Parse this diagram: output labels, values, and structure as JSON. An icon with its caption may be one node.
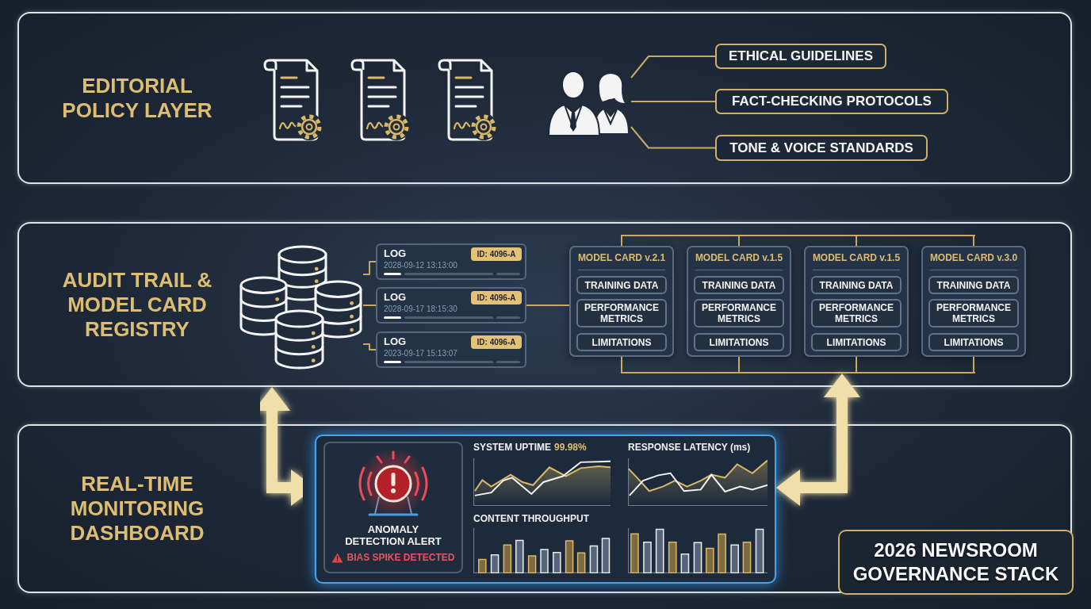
{
  "diagram": {
    "title": "2026 NEWSROOM GOVERNANCE STACK",
    "nodes": [
      {
        "text": [
          "EDITORIAL POLICY LAYER"
        ]
      },
      {
        "text": [],
        "shape": "person",
        "in": 0
      },
      {
        "text": [
          "ETHICAL GUIDELINES"
        ],
        "in": 0
      },
      {
        "text": [
          "FACT-CHECKING PROTOCOLS"
        ],
        "in": 0
      },
      {
        "text": [
          "TONE & VOICE STANDARDS"
        ],
        "in": 0
      },
      {
        "text": [
          "AUDIT TRAIL & MODEL CARD REGISTRY"
        ]
      },
      {
        "text": [],
        "shape": "cylinder",
        "in": 5
      },
      {
        "text": [
          "LOG",
          "2028-09-12 13:13:00"
        ],
        "in": 5
      },
      {
        "text": [
          "ID: 4096-A"
        ],
        "in": 7
      },
      {
        "text": [
          "LOG",
          "2028-09-17 18:15:30"
        ],
        "in": 5
      },
      {
        "text": [
          "ID: 4096-A"
        ],
        "in": 9
      },
      {
        "text": [
          "LOG",
          "2023-09-17 15:13:07"
        ],
        "in": 5
      },
      {
        "text": [
          "ID: 4096-A"
        ],
        "in": 11
      },
      {
        "text": [
          "MODEL CARD v.2.1"
        ],
        "in": 5
      },
      {
        "text": [
          "TRAINING DATA"
        ],
        "in": 13
      },
      {
        "text": [
          "PERFORMANCE METRICS"
        ],
        "in": 13
      },
      {
        "text": [
          "LIMITATIONS"
        ],
        "in": 13
      },
      {
        "text": [
          "MODEL CARD v.1.5"
        ],
        "in": 5
      },
      {
        "text": [
          "TRAINING DATA"
        ],
        "in": 17
      },
      {
        "text": [
          "PERFORMANCE METRICS"
        ],
        "in": 17
      },
      {
        "text": [
          "LIMITATIONS"
        ],
        "in": 17
      },
      {
        "text": [
          "MODEL CARD v.1.5"
        ],
        "in": 5
      },
      {
        "text": [
          "TRAINING DATA"
        ],
        "in": 21
      },
      {
        "text": [
          "PERFORMANCE METRICS"
        ],
        "in": 21
      },
      {
        "text": [
          "LIMITATIONS"
        ],
        "in": 21
      },
      {
        "text": [
          "MODEL CARD v.3.0"
        ],
        "in": 5
      },
      {
        "text": [
          "TRAINING DATA"
        ],
        "in": 25
      },
      {
        "text": [
          "PERFORMANCE METRICS"
        ],
        "in": 25
      },
      {
        "text": [
          "LIMITATIONS"
        ],
        "in": 25
      },
      {
        "text": [
          "REAL-TIME MONITORING DASHBOARD"
        ]
      },
      {
        "text": [],
        "shape": "box",
        "in": 29
      },
      {
        "text": [
          "ANOMALY DETECTION ALERT",
          "BIAS SPIKE DETECTED"
        ],
        "in": 30
      },
      {
        "text": [],
        "shape": "bar",
        "in": 5
      },
      {
        "text": [],
        "shape": "bar",
        "in": 5
      }
    ],
    "edges": [
      {
        "from": 1,
        "to": 2,
        "arrow": "none"
      },
      {
        "from": 1,
        "to": 3,
        "arrow": "none"
      },
      {
        "from": 1,
        "to": 4,
        "arrow": "none"
      },
      {
        "from": 0,
        "to": 5,
        "arrow": "to",
        "style": "thick",
        "color": "#f0dfa8"
      },
      {
        "from": 0,
        "to": 5,
        "arrow": "to",
        "style": "thick",
        "color": "#f0dfa8"
      },
      {
        "from": 32,
        "to": 4,
        "arrow": "to",
        "style": "thick",
        "color": "#f0dfa8"
      },
      {
        "from": 13,
        "to": 32,
        "arrow": "none"
      },
      {
        "from": 17,
        "to": 32,
        "arrow": "none"
      },
      {
        "from": 21,
        "to": 32,
        "arrow": "none"
      },
      {
        "from": 25,
        "to": 32,
        "arrow": "none"
      },
      {
        "from": 13,
        "to": 33,
        "arrow": "none"
      },
      {
        "from": 17,
        "to": 33,
        "arrow": "none"
      },
      {
        "from": 21,
        "to": 33,
        "arrow": "none"
      },
      {
        "from": 25,
        "to": 33,
        "arrow": "none"
      },
      {
        "from": 6,
        "to": 7,
        "arrow": "none"
      },
      {
        "from": 6,
        "to": 9,
        "arrow": "none"
      },
      {
        "from": 6,
        "to": 11,
        "arrow": "none"
      },
      {
        "from": 9,
        "to": 13,
        "arrow": "none"
      },
      {
        "from": 5,
        "to": 30,
        "arrow": "both",
        "style": "thick",
        "color": "#f0dfa8"
      },
      {
        "from": 5,
        "to": 30,
        "arrow": "to",
        "style": "thick",
        "color": "#f0dfa8"
      },
      {
        "from": 30,
        "to": 33,
        "arrow": "both",
        "style": "thick",
        "color": "#f0dfa8"
      }
    ],
    "labels": [
      "SYSTEM UPTIME",
      "99.98%",
      "RESPONSE LATENCY (ms)",
      "CONTENT THROUGHPUT"
    ]
  }
}
